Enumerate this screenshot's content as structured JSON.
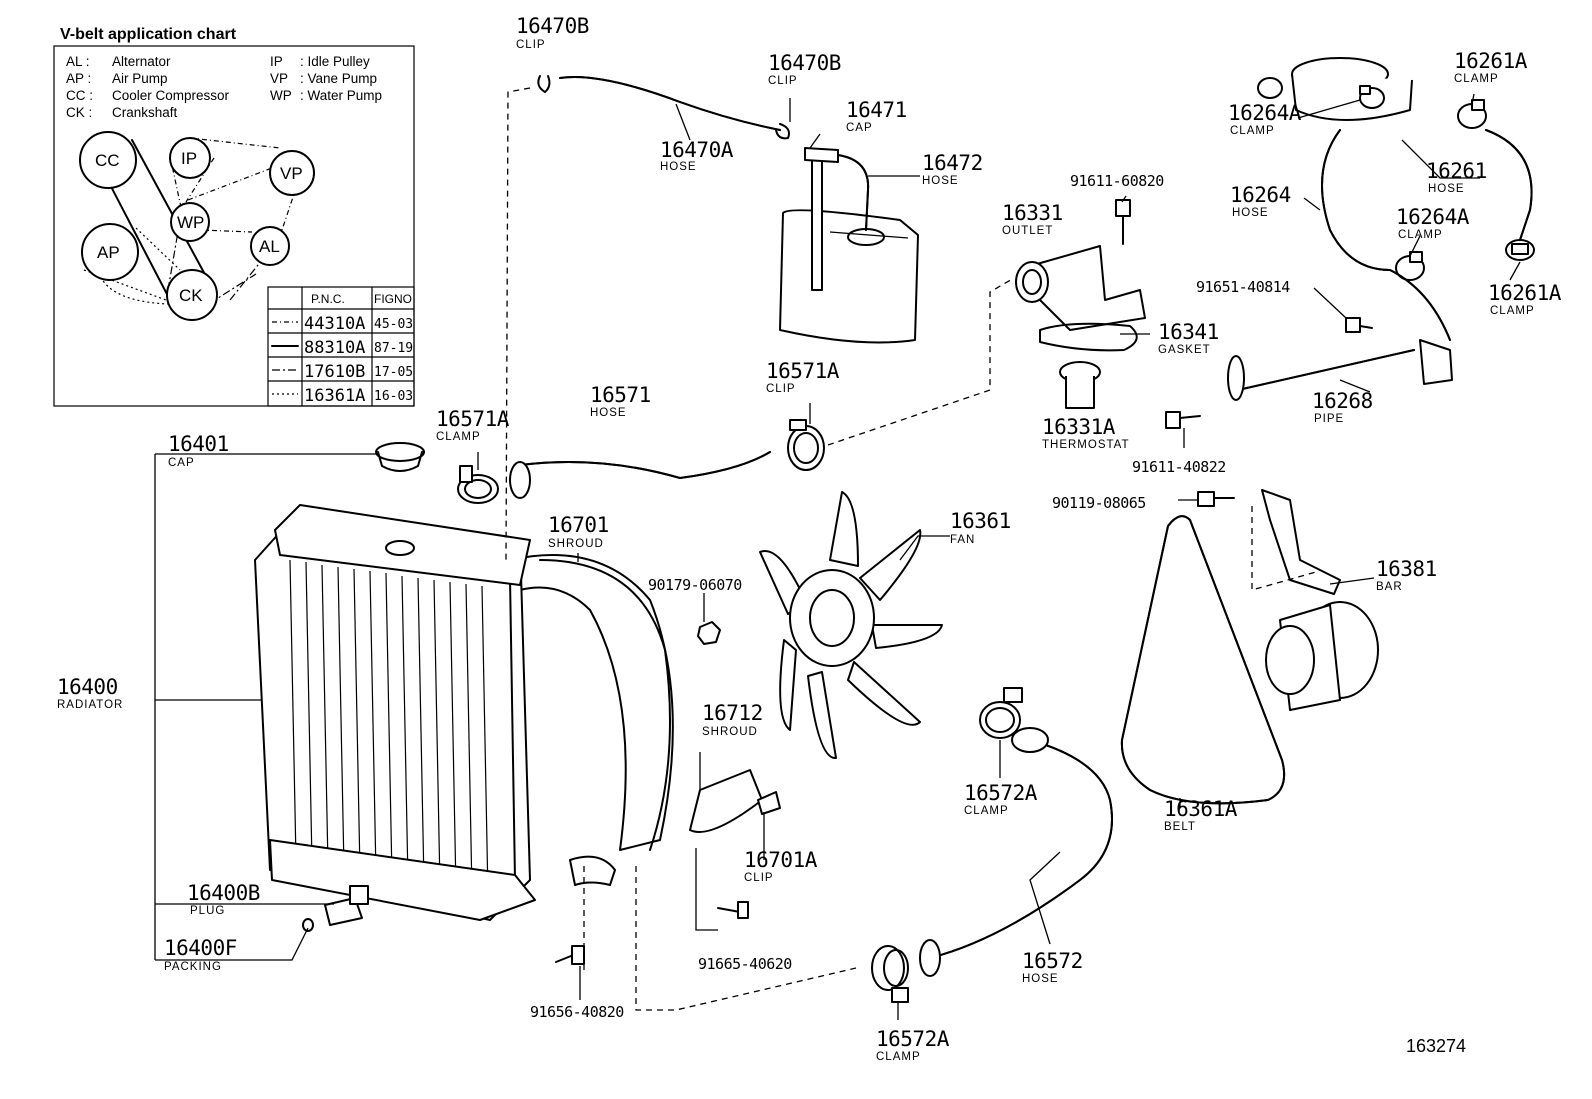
{
  "legend": {
    "title": "V-belt application chart",
    "abbreviations": [
      {
        "code": "AL :",
        "name": "Alternator"
      },
      {
        "code": "AP :",
        "name": "Air Pump"
      },
      {
        "code": "CC :",
        "name": "Cooler Compressor"
      },
      {
        "code": "CK :",
        "name": "Crankshaft"
      },
      {
        "code": "IP",
        "name": ": Idle Pulley"
      },
      {
        "code": "VP",
        "name": ": Vane Pump"
      },
      {
        "code": "WP",
        "name": ": Water Pump"
      }
    ],
    "pulleys": [
      "CC",
      "IP",
      "VP",
      "WP",
      "AP",
      "AL",
      "CK"
    ],
    "table": {
      "headers": [
        "P.N.C.",
        "FIGNO"
      ],
      "rows": [
        {
          "pnc": "44310A",
          "fig": "45-03"
        },
        {
          "pnc": "88310A",
          "fig": "87-19"
        },
        {
          "pnc": "17610B",
          "fig": "17-05"
        },
        {
          "pnc": "16361A",
          "fig": "16-03"
        }
      ]
    }
  },
  "parts": {
    "p16470b_a": {
      "num": "16470B",
      "name": "CLIP"
    },
    "p16470b_b": {
      "num": "16470B",
      "name": "CLIP"
    },
    "p16470a": {
      "num": "16470A",
      "name": "HOSE"
    },
    "p16471": {
      "num": "16471",
      "name": "CAP"
    },
    "p16472": {
      "num": "16472",
      "name": "HOSE"
    },
    "p16571": {
      "num": "16571",
      "name": "HOSE"
    },
    "p16571a_clip": {
      "num": "16571A",
      "name": "CLIP"
    },
    "p16571a_clamp": {
      "num": "16571A",
      "name": "CLAMP"
    },
    "p16401": {
      "num": "16401",
      "name": "CAP"
    },
    "p16400": {
      "num": "16400",
      "name": "RADIATOR"
    },
    "p16400b": {
      "num": "16400B",
      "name": "PLUG"
    },
    "p16400f": {
      "num": "16400F",
      "name": "PACKING"
    },
    "p16701": {
      "num": "16701",
      "name": "SHROUD"
    },
    "p16712": {
      "num": "16712",
      "name": "SHROUD"
    },
    "p16701a": {
      "num": "16701A",
      "name": "CLIP"
    },
    "p90179": {
      "num": "90179-06070",
      "name": ""
    },
    "p91665": {
      "num": "91665-40620",
      "name": ""
    },
    "p91656": {
      "num": "91656-40820",
      "name": ""
    },
    "p16361": {
      "num": "16361",
      "name": "FAN"
    },
    "p16572a_top": {
      "num": "16572A",
      "name": "CLAMP"
    },
    "p16572a_bot": {
      "num": "16572A",
      "name": "CLAMP"
    },
    "p16572": {
      "num": "16572",
      "name": "HOSE"
    },
    "p16331": {
      "num": "16331",
      "name": "OUTLET"
    },
    "p91611_60820": {
      "num": "91611-60820",
      "name": ""
    },
    "p16341": {
      "num": "16341",
      "name": "GASKET"
    },
    "p16331a": {
      "num": "16331A",
      "name": "THERMOSTAT"
    },
    "p91611_40822": {
      "num": "91611-40822",
      "name": ""
    },
    "p90119": {
      "num": "90119-08065",
      "name": ""
    },
    "p16381": {
      "num": "16381",
      "name": "BAR"
    },
    "p16361a": {
      "num": "16361A",
      "name": "BELT"
    },
    "p16261a_top": {
      "num": "16261A",
      "name": "CLAMP"
    },
    "p16264a_top": {
      "num": "16264A",
      "name": "CLAMP"
    },
    "p16261": {
      "num": "16261",
      "name": "HOSE"
    },
    "p16264": {
      "num": "16264",
      "name": "HOSE"
    },
    "p16264a_mid": {
      "num": "16264A",
      "name": "CLAMP"
    },
    "p16261a_bot": {
      "num": "16261A",
      "name": "CLAMP"
    },
    "p91651": {
      "num": "91651-40814",
      "name": ""
    },
    "p16268": {
      "num": "16268",
      "name": "PIPE"
    }
  },
  "figure_number": "163274"
}
